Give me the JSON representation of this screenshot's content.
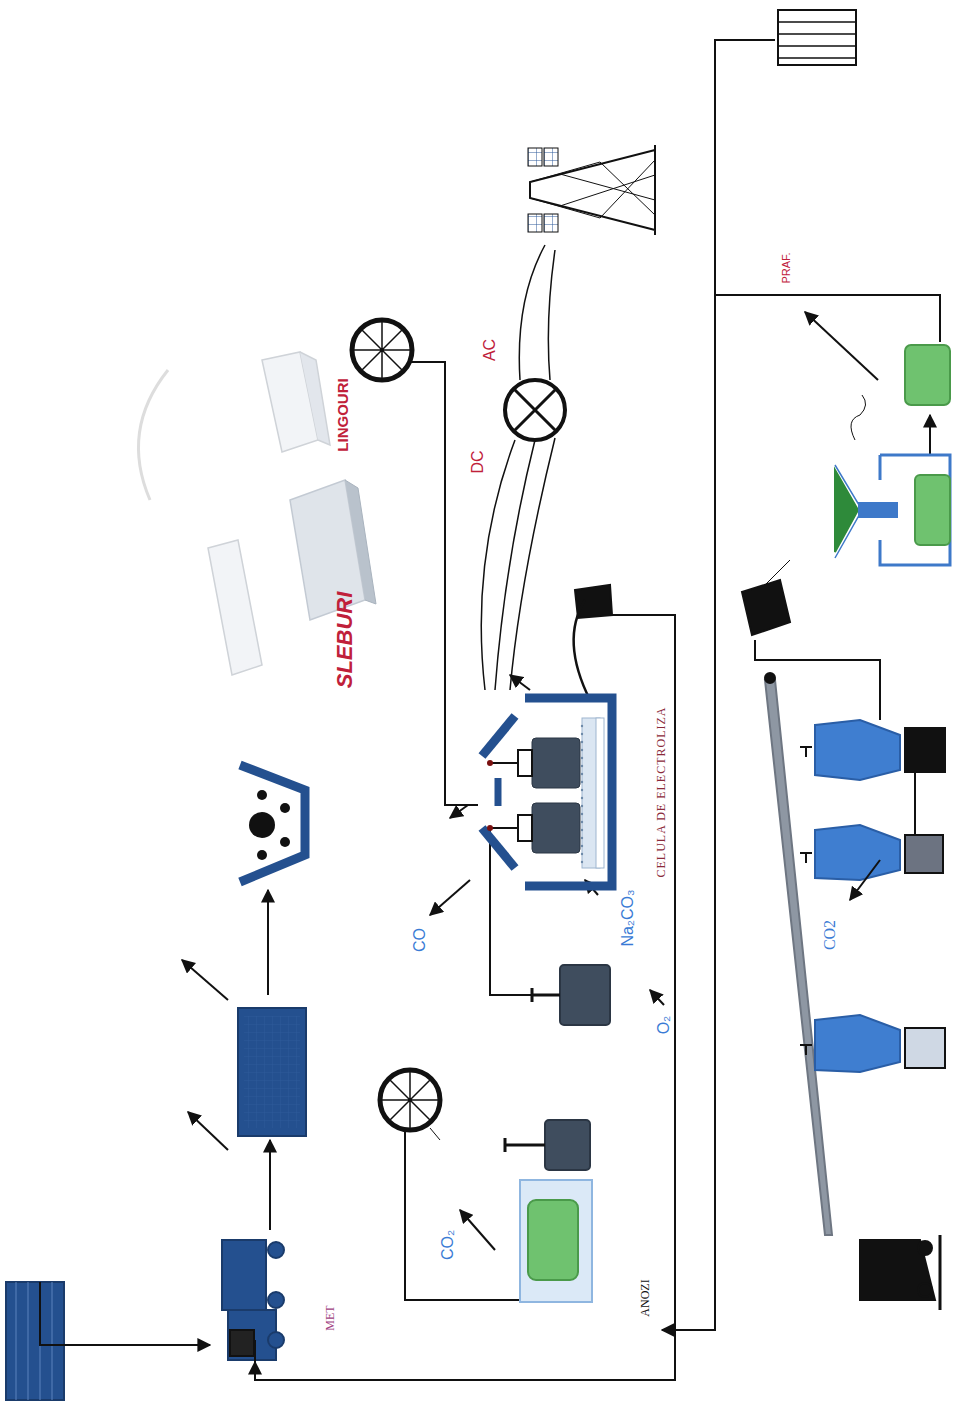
{
  "diagram": {
    "nodes": [
      {
        "text": [
          "CELULA DE ELECTROLIZA"
        ]
      }
    ],
    "labels": [
      "LINGOURI",
      "SLEBURI",
      "AC",
      "DC",
      "CO",
      "Na₂CO₃",
      "O₂",
      "CO₂",
      "CO2",
      "PRAF.",
      "ANOZI",
      "MET"
    ]
  }
}
